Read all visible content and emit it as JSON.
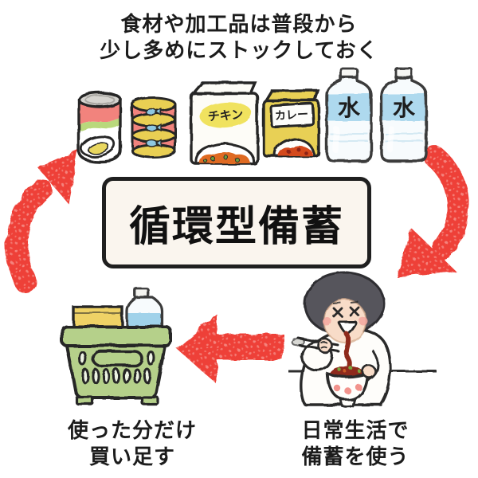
{
  "captions": {
    "top": {
      "line1": "食材や加工品は普段から",
      "line2": "少し多めにストックしておく"
    },
    "bottom_left": {
      "line1": "使った分だけ",
      "line2": "買い足す"
    },
    "bottom_right": {
      "line1": "日常生活で",
      "line2": "備蓄を使う"
    }
  },
  "center_box": {
    "label": "循環型備蓄"
  },
  "product_labels": {
    "chicken": "チキン",
    "curry": "カレー",
    "water": "水"
  },
  "icons": [
    "cycle-arrow-up-icon",
    "cycle-arrow-down-icon",
    "restock-arrow-icon",
    "canned-fruit-icon",
    "canned-fish-stack-icon",
    "chicken-pouch-icon",
    "curry-box-icon",
    "water-bottle-icon",
    "shopping-basket-icon",
    "eating-person-icon"
  ],
  "colors": {
    "arrow_red": "#ee4138",
    "outline_black": "#262626",
    "center_box_bg": "#faf5ee",
    "basket_green": "#b5d08a",
    "water_blue": "#aed9ee",
    "label_yellow": "#f0e25e",
    "curry_box_yellow": "#e8d054",
    "can_pink": "#f2837d",
    "curry_orange": "#df6a24",
    "hair_gray": "#57545b",
    "skin": "#f8dcc8"
  }
}
